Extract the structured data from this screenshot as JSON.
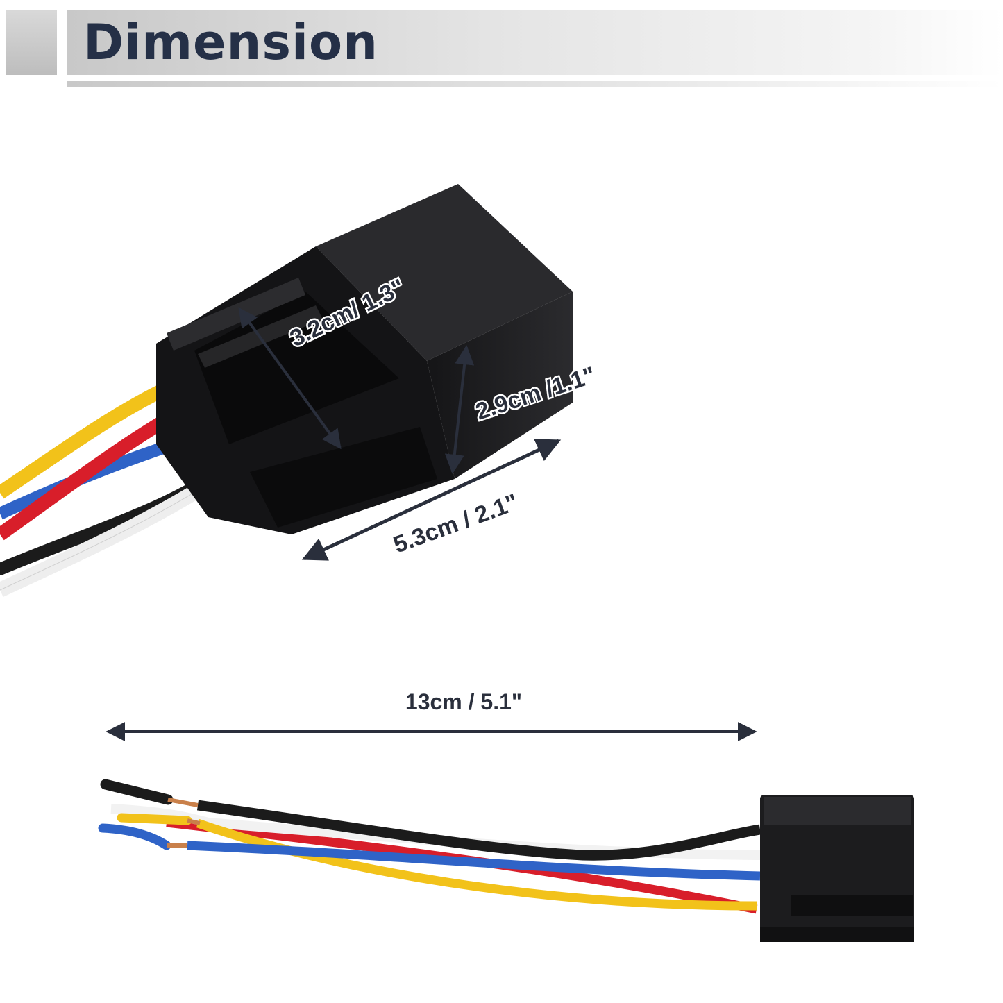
{
  "header": {
    "title": "Dimension"
  },
  "dimensions": {
    "depth": "3.2cm/ 1.3\"",
    "height": "2.9cm /1.1\"",
    "width": "5.3cm / 2.1\"",
    "wire_length": "13cm / 5.1\""
  },
  "colors": {
    "title_text": "#253047",
    "arrow": "#2a2f3c",
    "wire_yellow": "#f2c21a",
    "wire_red": "#d81e2a",
    "wire_blue": "#2f63c7",
    "wire_black": "#1b1b1b",
    "wire_white": "#f5f5f5",
    "connector": "#1c1c1e"
  }
}
